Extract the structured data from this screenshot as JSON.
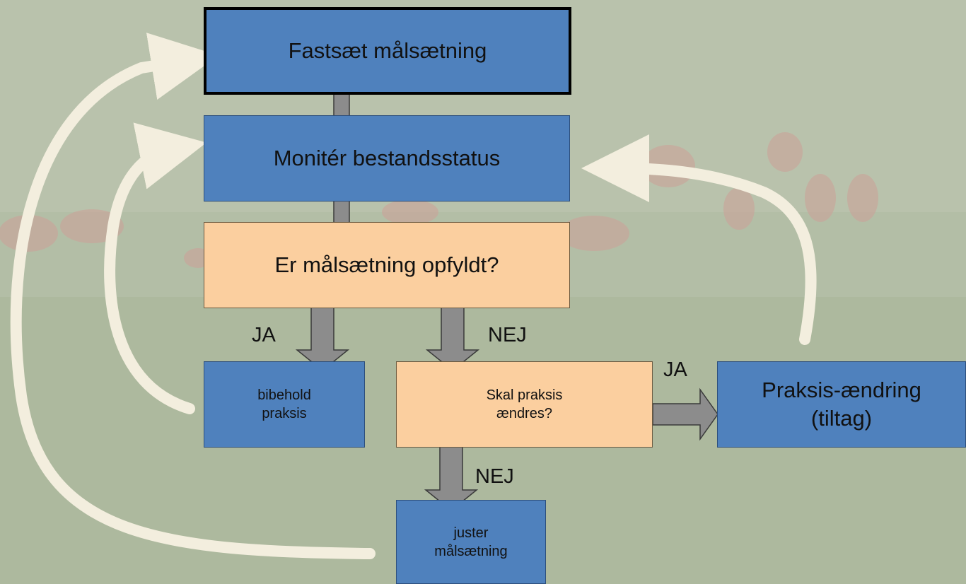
{
  "nodes": {
    "set_goal": "Fastsæt målsætning",
    "monitor": "Monitér bestandsstatus",
    "goal_met": "Er målsætning opfyldt?",
    "keep_practice": "bibehold\npraksis",
    "change_practice_q": "Skal praksis\nændres?",
    "practice_change": "Praksis-ændring\n(tiltag)",
    "adjust_goal": "juster\nmålsætning"
  },
  "edge_labels": {
    "yes_left": "JA",
    "no_right": "NEJ",
    "yes_change": "JA",
    "no_adjust": "NEJ"
  },
  "colors": {
    "process": "#4f81bd",
    "decision": "#fbcf9f",
    "arrow": "#8c8c8c",
    "loop": "#f3eede"
  }
}
